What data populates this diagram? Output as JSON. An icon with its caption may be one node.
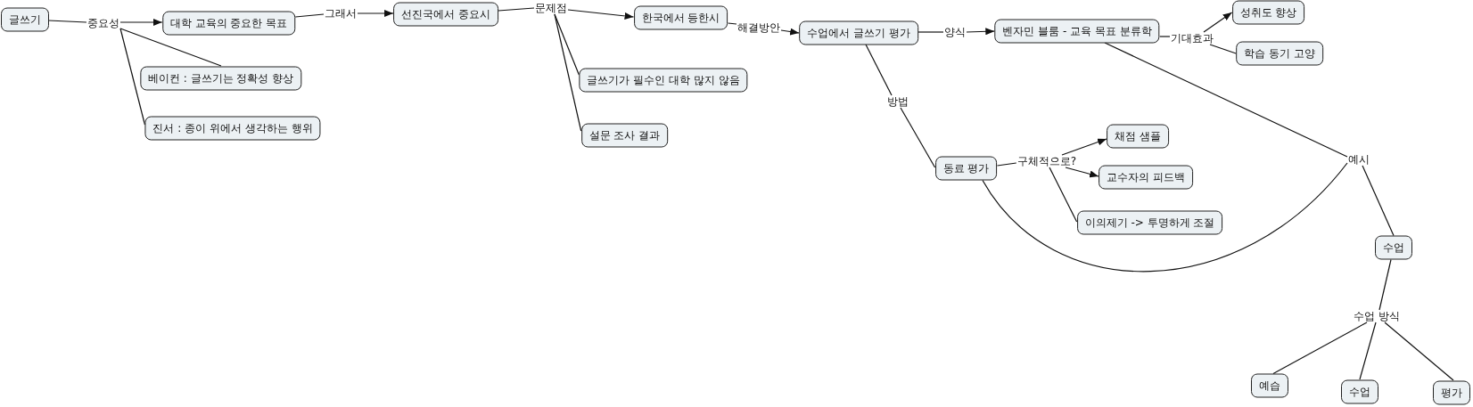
{
  "diagram": {
    "nodes": [
      {
        "text": [
          "글쓰기"
        ]
      },
      {
        "text": [
          "중요성"
        ]
      },
      {
        "text": [
          "대학 교육의 중요한 목표"
        ]
      },
      {
        "text": [
          "그래서"
        ]
      },
      {
        "text": [
          "선진국에서 중요시"
        ]
      },
      {
        "text": [
          "문제점"
        ]
      },
      {
        "text": [
          "한국에서 등한시"
        ]
      },
      {
        "text": [
          "해결방안"
        ]
      },
      {
        "text": [
          "수업에서 글쓰기 평가"
        ]
      },
      {
        "text": [
          "양식"
        ]
      },
      {
        "text": [
          "벤자민 블룸 - 교육 목표 분류학"
        ]
      },
      {
        "text": [
          "기대효과"
        ]
      },
      {
        "text": [
          "성취도 향상"
        ]
      },
      {
        "text": [
          "학습 동기 고양"
        ]
      },
      {
        "text": [
          "베이컨 : 글쓰기는 정확성 향상"
        ]
      },
      {
        "text": [
          "진서 : 종이 위에서 생각하는 행위"
        ]
      },
      {
        "text": [
          "글쓰기가 필수인 대학 많지 않음"
        ]
      },
      {
        "text": [
          "설문 조사 결과"
        ]
      },
      {
        "text": [
          "방법"
        ]
      },
      {
        "text": [
          "동료 평가"
        ]
      },
      {
        "text": [
          "구체적으로?"
        ]
      },
      {
        "text": [
          "채점 샘플"
        ]
      },
      {
        "text": [
          "교수자의 피드백"
        ]
      },
      {
        "text": [
          "이의제기 -> 투명하게 조절"
        ]
      },
      {
        "text": [
          "예시"
        ]
      },
      {
        "text": [
          "수업"
        ]
      },
      {
        "text": [
          "수업 방식"
        ]
      },
      {
        "text": [
          "예습"
        ]
      },
      {
        "text": [
          "수업"
        ]
      },
      {
        "text": [
          "평가"
        ]
      }
    ],
    "edges": [
      {
        "from": 0,
        "to": 1,
        "arrow": "none"
      },
      {
        "from": 1,
        "to": 2,
        "arrow": "to"
      },
      {
        "from": 1,
        "to": 14,
        "arrow": "none"
      },
      {
        "from": 1,
        "to": 15,
        "arrow": "none"
      },
      {
        "from": 2,
        "to": 3,
        "arrow": "none"
      },
      {
        "from": 3,
        "to": 4,
        "arrow": "to"
      },
      {
        "from": 4,
        "to": 5,
        "arrow": "none"
      },
      {
        "from": 5,
        "to": 6,
        "arrow": "to"
      },
      {
        "from": 5,
        "to": 16,
        "arrow": "none"
      },
      {
        "from": 5,
        "to": 17,
        "arrow": "none"
      },
      {
        "from": 6,
        "to": 7,
        "arrow": "none"
      },
      {
        "from": 7,
        "to": 8,
        "arrow": "to"
      },
      {
        "from": 8,
        "to": 9,
        "arrow": "none"
      },
      {
        "from": 9,
        "to": 10,
        "arrow": "to"
      },
      {
        "from": 10,
        "to": 11,
        "arrow": "none"
      },
      {
        "from": 11,
        "to": 12,
        "arrow": "to"
      },
      {
        "from": 11,
        "to": 13,
        "arrow": "none"
      },
      {
        "from": 8,
        "to": 18,
        "arrow": "none"
      },
      {
        "from": 18,
        "to": 19,
        "arrow": "none"
      },
      {
        "from": 19,
        "to": 20,
        "arrow": "none"
      },
      {
        "from": 20,
        "to": 21,
        "arrow": "to"
      },
      {
        "from": 20,
        "to": 22,
        "arrow": "to"
      },
      {
        "from": 20,
        "to": 23,
        "arrow": "none"
      },
      {
        "from": 10,
        "to": 24,
        "arrow": "none"
      },
      {
        "from": 19,
        "to": 24,
        "arrow": "none"
      },
      {
        "from": 24,
        "to": 25,
        "arrow": "none"
      },
      {
        "from": 25,
        "to": 26,
        "arrow": "none"
      },
      {
        "from": 26,
        "to": 27,
        "arrow": "none"
      },
      {
        "from": 26,
        "to": 28,
        "arrow": "none"
      },
      {
        "from": 26,
        "to": 29,
        "arrow": "none"
      }
    ]
  }
}
